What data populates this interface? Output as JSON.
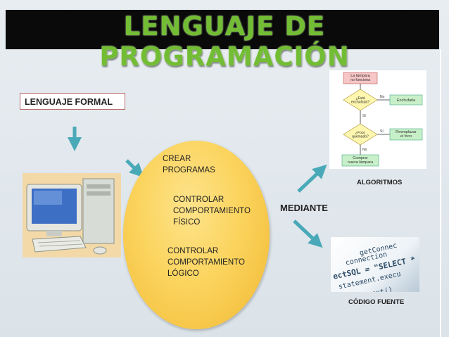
{
  "slide": {
    "title": "LENGUAJE DE PROGRAMACIÓN",
    "formal_label": "LENGUAJE FORMAL",
    "oval_items": [
      "CREAR\nPROGRAMAS",
      "CONTROLAR\nCOMPORTAMIENTO\nFÍSICO",
      "CONTROLAR\nCOMPORTAMIENTO\nLÓGICO"
    ],
    "mediante": "MEDIANTE",
    "algoritmos": "ALGORITMOS",
    "codigo_fuente": "CÓDIGO FUENTE"
  },
  "flowchart": {
    "start": "La lámpara\nno funciona",
    "q1": "¿Está\nenchufada?",
    "q1_no_label": "No",
    "q1_no_action": "Enchufarla",
    "q1_yes_label": "Sí",
    "q2": "¿Foco\nquemado?",
    "q2_yes_label": "Sí",
    "q2_yes_action": "Reemplazar\nel foco",
    "q2_no_label": "No",
    "end": "Comprar\nnueva lámpara"
  },
  "code_image": {
    "lines": [
      "getConnec",
      "connection",
      "ectSQL = \"SELECT * FROM",
      "statement.execu",
      "Set.next()"
    ]
  },
  "colors": {
    "title_green": "#73bd35",
    "arrow_teal": "#4aa9b8",
    "oval_yellow": "#fbd45e",
    "box_border": "#b96b6b"
  }
}
